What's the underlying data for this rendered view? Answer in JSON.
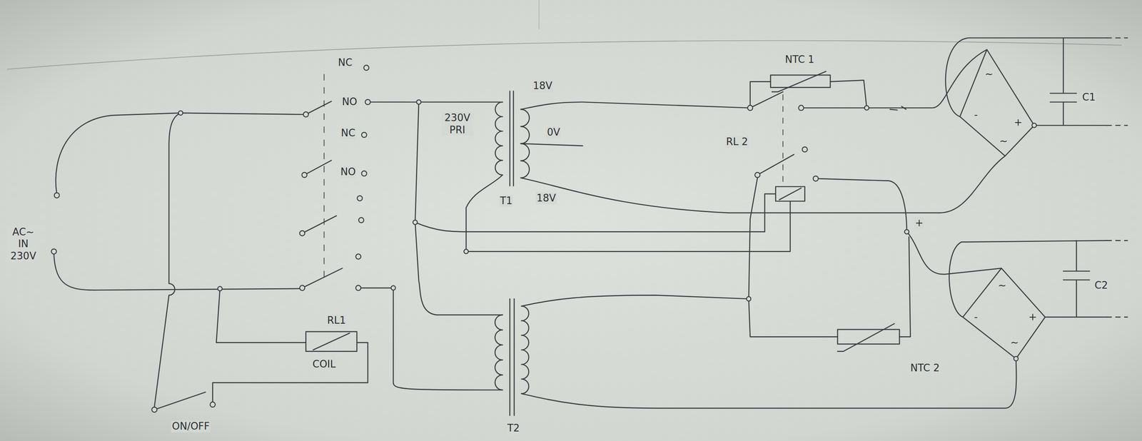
{
  "diagram": {
    "labels": [
      "NC",
      "NO",
      "NC",
      "NO",
      "18V",
      "230V PRI",
      "0V",
      "NTC 1",
      "RL 2",
      "C1",
      "~",
      "-",
      "+",
      "~",
      "T1",
      "18V",
      "AC~ IN 230V",
      "+",
      "C2",
      "~",
      "-",
      "+",
      "~",
      "RL1",
      "COIL",
      "NTC 2",
      "ON/OFF",
      "T2"
    ]
  }
}
